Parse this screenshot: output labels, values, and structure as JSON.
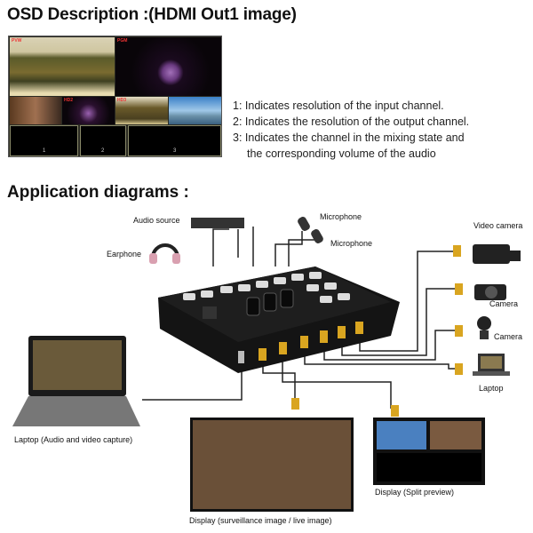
{
  "osd": {
    "title": "OSD Description :(HDMI Out1 image)",
    "tags": {
      "pvw": "PVW",
      "pgm": "PGM",
      "hd2": "HD2",
      "hd3": "HD3"
    },
    "info_numbers": [
      "1",
      "2",
      "3"
    ],
    "notes": [
      "1: Indicates resolution of the input channel.",
      "2: Indicates the resolution of the output channel.",
      "3: Indicates the channel in the mixing state and",
      "the corresponding volume of the audio"
    ]
  },
  "application": {
    "title": "Application diagrams :",
    "labels": {
      "audio_source": "Audio source",
      "earphone": "Earphone",
      "microphone_1": "Microphone",
      "microphone_2": "Microphone",
      "video_camera": "Video camera",
      "camera_1": "Camera",
      "camera_2": "Camera",
      "laptop_right": "Laptop",
      "laptop_left": "Laptop (Audio and video capture)",
      "display_live": "Display (surveillance image / live image)",
      "display_split": "Display (Split preview)"
    }
  },
  "colors": {
    "device": "#141414",
    "cable": "#222222",
    "hdmi_gold": "#d9a520"
  }
}
